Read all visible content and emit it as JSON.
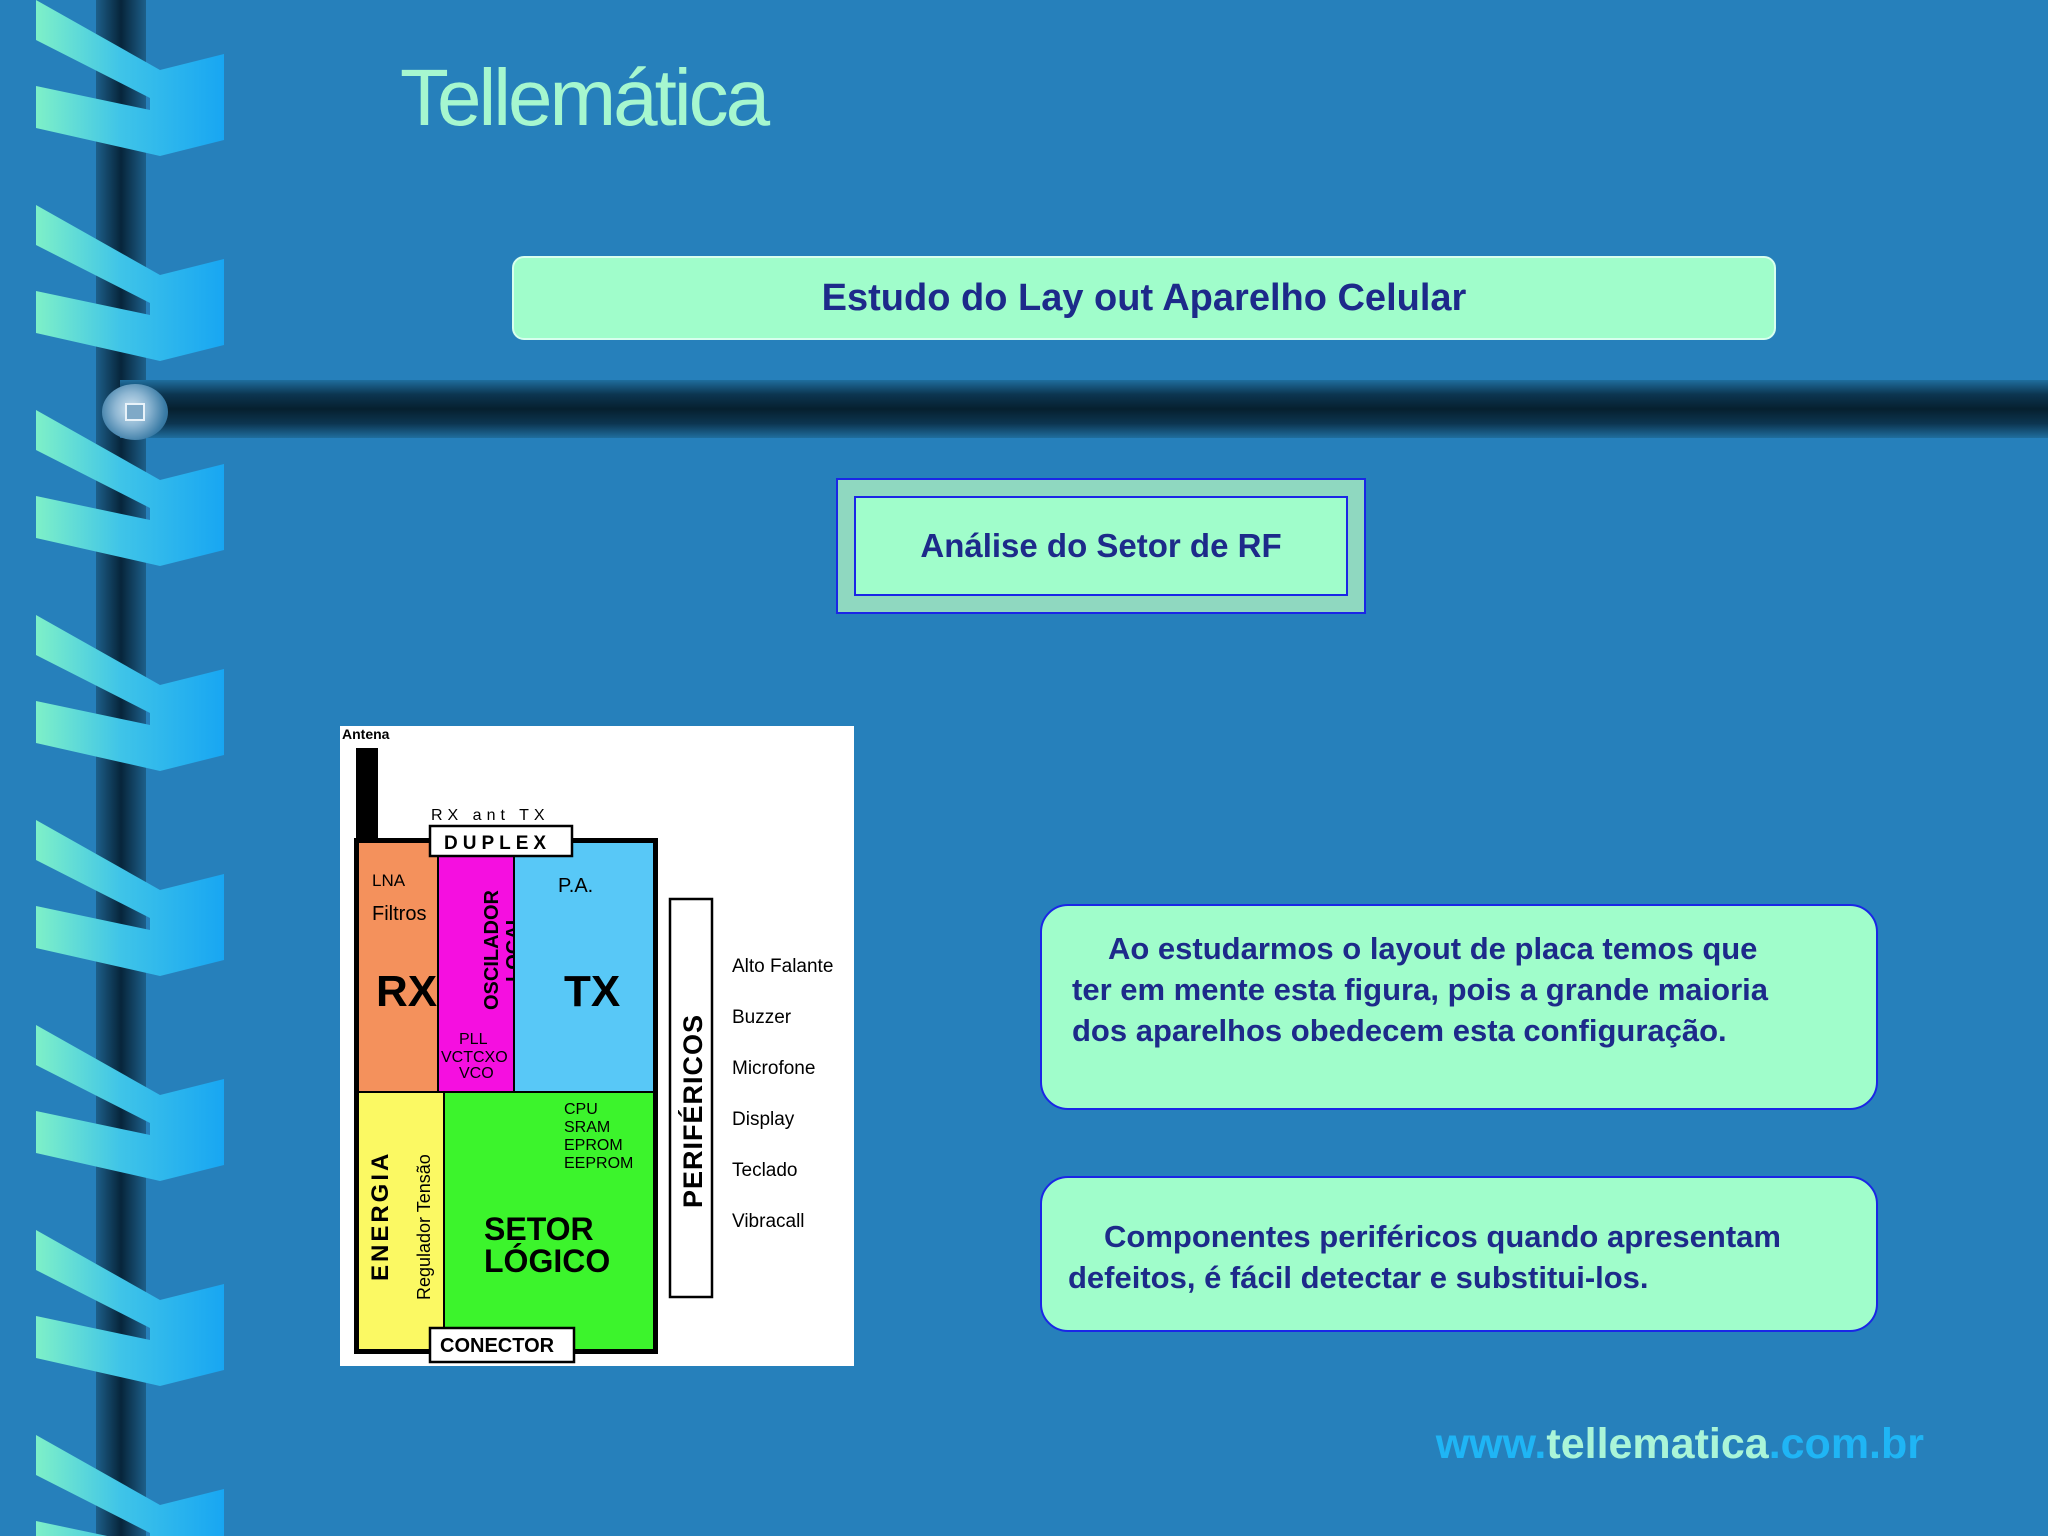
{
  "brand_title": "Tellemática",
  "subtitle": "Estudo do Lay out Aparelho Celular",
  "section_label": "Análise do Setor de RF",
  "diagram": {
    "antenna": "Antena",
    "rx_ant_tx": "RX ant TX",
    "duplex": "DUPLEX",
    "lna": "LNA",
    "filtros": "Filtros",
    "rx": "RX",
    "oscilador": "OSCILADOR",
    "local": "LOCAL",
    "pll": "PLL",
    "vctcxo": "VCTCXO",
    "vco": "VCO",
    "pa": "P.A.",
    "tx": "TX",
    "energia": "ENERGIA",
    "regulador": "Regulador Tensão",
    "cpu": "CPU",
    "sram": "SRAM",
    "eprom": "EPROM",
    "eeprom": "EEPROM",
    "setor": "SETOR",
    "logico": "LÓGICO",
    "conector": "CONECTOR",
    "perifericos": "PERIFÉRICOS",
    "peripherals": [
      "Alto Falante",
      "Buzzer",
      "Microfone",
      "Display",
      "Teclado",
      "Vibracall"
    ],
    "colors": {
      "rx": "#f4915c",
      "oscillator": "#f50fe0",
      "tx": "#58c8f7",
      "energia": "#fbf963",
      "logic": "#3cf42c"
    }
  },
  "info1": {
    "line1": "Ao estudarmos o layout de placa temos que",
    "line2": "ter em mente esta figura, pois a grande maioria",
    "line3": "dos aparelhos obedecem esta configuração."
  },
  "info2": {
    "line1": "Componentes periféricos quando apresentam",
    "line2": "defeitos, é fácil detectar e substitui-los."
  },
  "footer": {
    "prefix": "www.",
    "domain": "tellematica",
    "suffix": ".com.br"
  },
  "colors": {
    "background": "#2680bb",
    "mint": "#a0fdcb",
    "title_text": "#a6f7cf",
    "navy_text": "#1d2a8a",
    "url_blue": "#1fb5f5"
  }
}
